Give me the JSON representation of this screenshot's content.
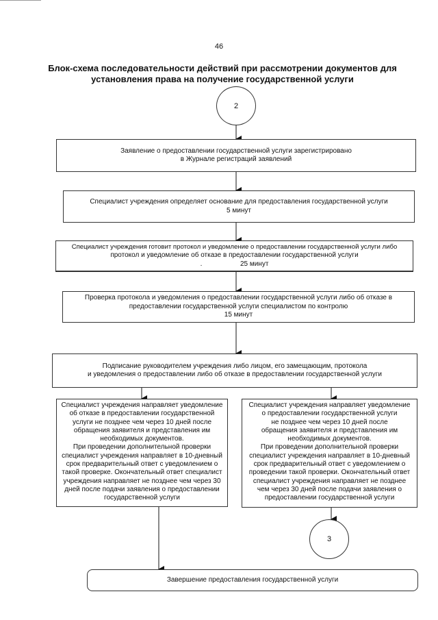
{
  "page_number": "46",
  "title": [
    "Блок-схема последовательности действий при рассмотрении документов для",
    "установления права на получение государственной услуги"
  ],
  "connector_start": "2",
  "connector_end": "3",
  "steps": {
    "registered": [
      "Заявление о предоставлении государственной услуги зарегистрировано",
      "в Журнале регистраций заявлений"
    ],
    "grounds": [
      "Специалист учреждения определяет основание для предоставления государственной услуги",
      "5 минут"
    ],
    "protocol": [
      "Специалист учреждения готовит протокол и уведомление о предоставлении государственной услуги либо",
      "протокол и уведомление об отказе в предоставлении государственной услуги",
      ".                    25 минут"
    ],
    "check": [
      "Проверка протокола и уведомления о предоставлении государственной услуги либо об отказе в",
      "предоставлении государственной услуги специалистом по контролю",
      "15 минут"
    ],
    "signing": [
      "Подписание руководителем учреждения либо лицом, его замещающим, протокола",
      "и уведомления о предоставлении либо об отказе в предоставлении государственной услуги"
    ],
    "refusal": [
      "Специалист учреждения направляет уведомление",
      "об отказе в предоставлении государственной",
      "услуги не позднее чем через 10 дней после",
      "обращения заявителя и представления им",
      "необходимых документов.",
      "При проведении дополнительной проверки",
      "специалист учреждения направляет в 10-дневный",
      "срок предварительный ответ с уведомлением о",
      "такой проверке. Окончательный ответ специалист",
      "учреждения направляет не позднее чем через 30",
      "дней после подачи заявления о предоставлении",
      "государственной услуги"
    ],
    "approval": [
      "Специалист учреждения направляет уведомление",
      "о предоставлении государственной услуги",
      "не позднее чем через 10 дней после",
      "обращения заявителя и представления им",
      "необходимых документов.",
      "При проведении дополнительной проверки",
      "специалист учреждения направляет в 10-дневный",
      "срок предварительный ответ с уведомлением о",
      "проведении такой проверки. Окончательный ответ",
      "специалист учреждения направляет не позднее",
      "чем через 30 дней после подачи заявления о",
      "предоставлении государственной услуги"
    ],
    "completion": [
      "Завершение предоставления государственной услуги"
    ]
  }
}
